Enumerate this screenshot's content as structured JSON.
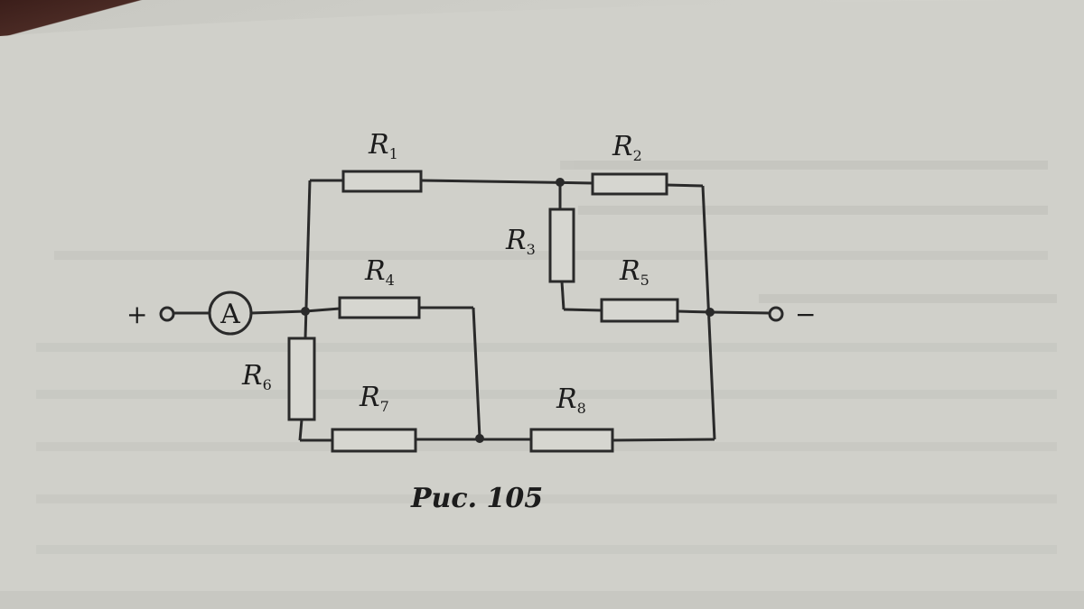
{
  "figure": {
    "caption": "Рис. 105",
    "ammeter_label": "A",
    "plus_terminal": "+",
    "minus_terminal": "−",
    "resistors": [
      {
        "name": "R",
        "sub": "1"
      },
      {
        "name": "R",
        "sub": "2"
      },
      {
        "name": "R",
        "sub": "3"
      },
      {
        "name": "R",
        "sub": "4"
      },
      {
        "name": "R",
        "sub": "5"
      },
      {
        "name": "R",
        "sub": "6"
      },
      {
        "name": "R",
        "sub": "7"
      },
      {
        "name": "R",
        "sub": "8"
      }
    ]
  },
  "colors": {
    "ink": "#2a2a2a",
    "paper": "#d3d3cd",
    "background": "#3b1e1a"
  }
}
